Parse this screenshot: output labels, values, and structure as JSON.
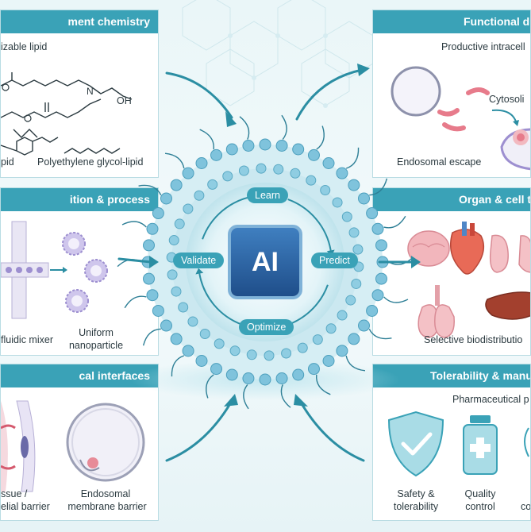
{
  "panels": {
    "lipid_chemistry": {
      "title": "ment chemistry",
      "ionizable_label": "izable lipid",
      "hydroxyl_label": "OH",
      "nitrogen_label": "N",
      "chol_label": "pid",
      "peg_label": "Polyethylene glycol-lipid"
    },
    "composition_process": {
      "title": "ition & process",
      "mixer_label": "fluidic mixer",
      "nanoparticle_label_1": "Uniform",
      "nanoparticle_label_2": "nanoparticle"
    },
    "biological_interfaces": {
      "title": "cal interfaces",
      "tissue_label_1": "ssue /",
      "tissue_label_2": "elial barrier",
      "endosomal_label_1": "Endosomal",
      "endosomal_label_2": "membrane barrier"
    },
    "functional_delivery": {
      "title": "Functional d",
      "productive_label": "Productive intracell",
      "cytosol_label": "Cytosoli",
      "escape_label": "Endosomal escape"
    },
    "organ_cell": {
      "title": "Organ & cell t",
      "biodistribution_label": "Selective biodistributio"
    },
    "tolerability": {
      "title": "Tolerability & manu",
      "pharma_label": "Pharmaceutical p",
      "safety_label_1": "Safety &",
      "safety_label_2": "tolerability",
      "quality_label_1": "Quality",
      "quality_label_2": "control",
      "third_label": "co"
    }
  },
  "cycle": {
    "ai_label": "AI",
    "learn": "Learn",
    "predict": "Predict",
    "optimize": "Optimize",
    "validate": "Validate"
  },
  "colors": {
    "header_teal": "#3aa2b7",
    "arrow_teal": "#2b8ea3",
    "chip_blue": "#2c5f9e",
    "lipid_blue": "#7fc3dc"
  }
}
